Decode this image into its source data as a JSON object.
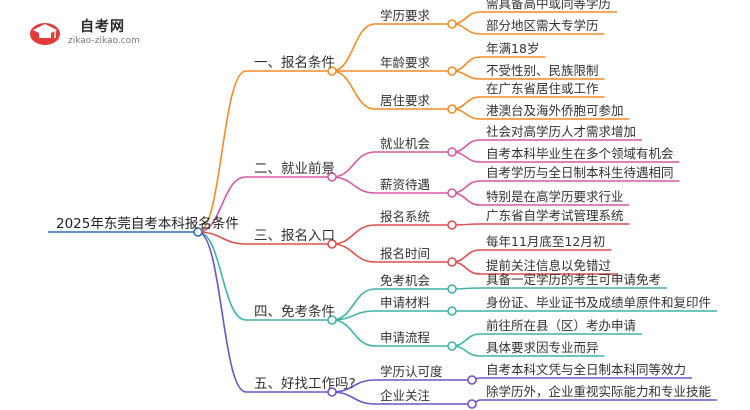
{
  "logo": {
    "title": "自考网",
    "url": "zikao-zikao.com",
    "icon": "graduation-cap-icon"
  },
  "colors": {
    "root": "#2e6fae",
    "b0": "#f28c28",
    "b1": "#d65aa0",
    "b2": "#e24f4f",
    "b3": "#40b4a8",
    "b4": "#6c55c8"
  },
  "mindmap": {
    "root": "2025年东莞自考本科报名条件",
    "branches": [
      {
        "label": "一、报名条件",
        "children": [
          {
            "label": "学历要求",
            "leaves": [
              "需具备高中或同等学历",
              "部分地区需大专学历"
            ]
          },
          {
            "label": "年龄要求",
            "leaves": [
              "年满18岁",
              "不受性别、民族限制"
            ]
          },
          {
            "label": "居住要求",
            "leaves": [
              "在广东省居住或工作",
              "港澳台及海外侨胞可参加"
            ]
          }
        ]
      },
      {
        "label": "二、就业前景",
        "children": [
          {
            "label": "就业机会",
            "leaves": [
              "社会对高学历人才需求增加",
              "自考本科毕业生在多个领域有机会"
            ]
          },
          {
            "label": "薪资待遇",
            "leaves": [
              "自考学历与全日制本科生待遇相同",
              "特别是在高学历要求行业"
            ]
          }
        ]
      },
      {
        "label": "三、报名入口",
        "children": [
          {
            "label": "报名系统",
            "leaves": [
              "广东省自学考试管理系统"
            ]
          },
          {
            "label": "报名时间",
            "leaves": [
              "每年11月底至12月初",
              "提前关注信息以免错过"
            ]
          }
        ]
      },
      {
        "label": "四、免考条件",
        "children": [
          {
            "label": "免考机会",
            "leaves": [
              "具备一定学历的考生可申请免考"
            ]
          },
          {
            "label": "申请材料",
            "leaves": [
              "身份证、毕业证书及成绩单原件和复印件"
            ]
          },
          {
            "label": "申请流程",
            "leaves": [
              "前往所在县（区）考办申请",
              "具体要求因专业而异"
            ]
          }
        ]
      },
      {
        "label": "五、好找工作吗?",
        "children": [
          {
            "label": "学历认可度",
            "leaves": [
              "自考本科文凭与全日制本科同等效力"
            ]
          },
          {
            "label": "企业关注",
            "leaves": [
              "除学历外，企业重视实际能力和专业技能"
            ]
          }
        ]
      }
    ]
  }
}
